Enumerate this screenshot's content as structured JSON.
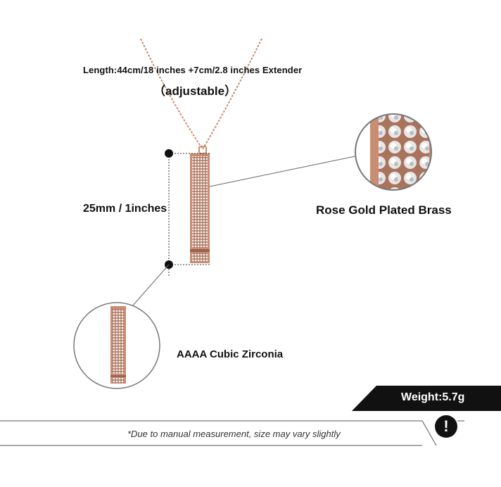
{
  "length_text": "Length:44cm/18 inches +7cm/2.8 inches Extender",
  "adjustable_text": "（adjustable）",
  "dimension_text": "25mm / 1inches",
  "material_text": "Rose Gold Plated Brass",
  "stone_text": "AAAA Cubic Zirconia",
  "weight_text": "Weight:5.7g",
  "disclaimer_text": "*Due to manual measurement, size may vary slightly",
  "warning_symbol": "!",
  "colors": {
    "rose_gold": "#c98d72",
    "dark": "#111111",
    "crystal": "#e9e9e9"
  },
  "icons": [
    "pendant-necklace",
    "zoom-circle-crystals",
    "zoom-circle-pendant",
    "warning-icon"
  ]
}
